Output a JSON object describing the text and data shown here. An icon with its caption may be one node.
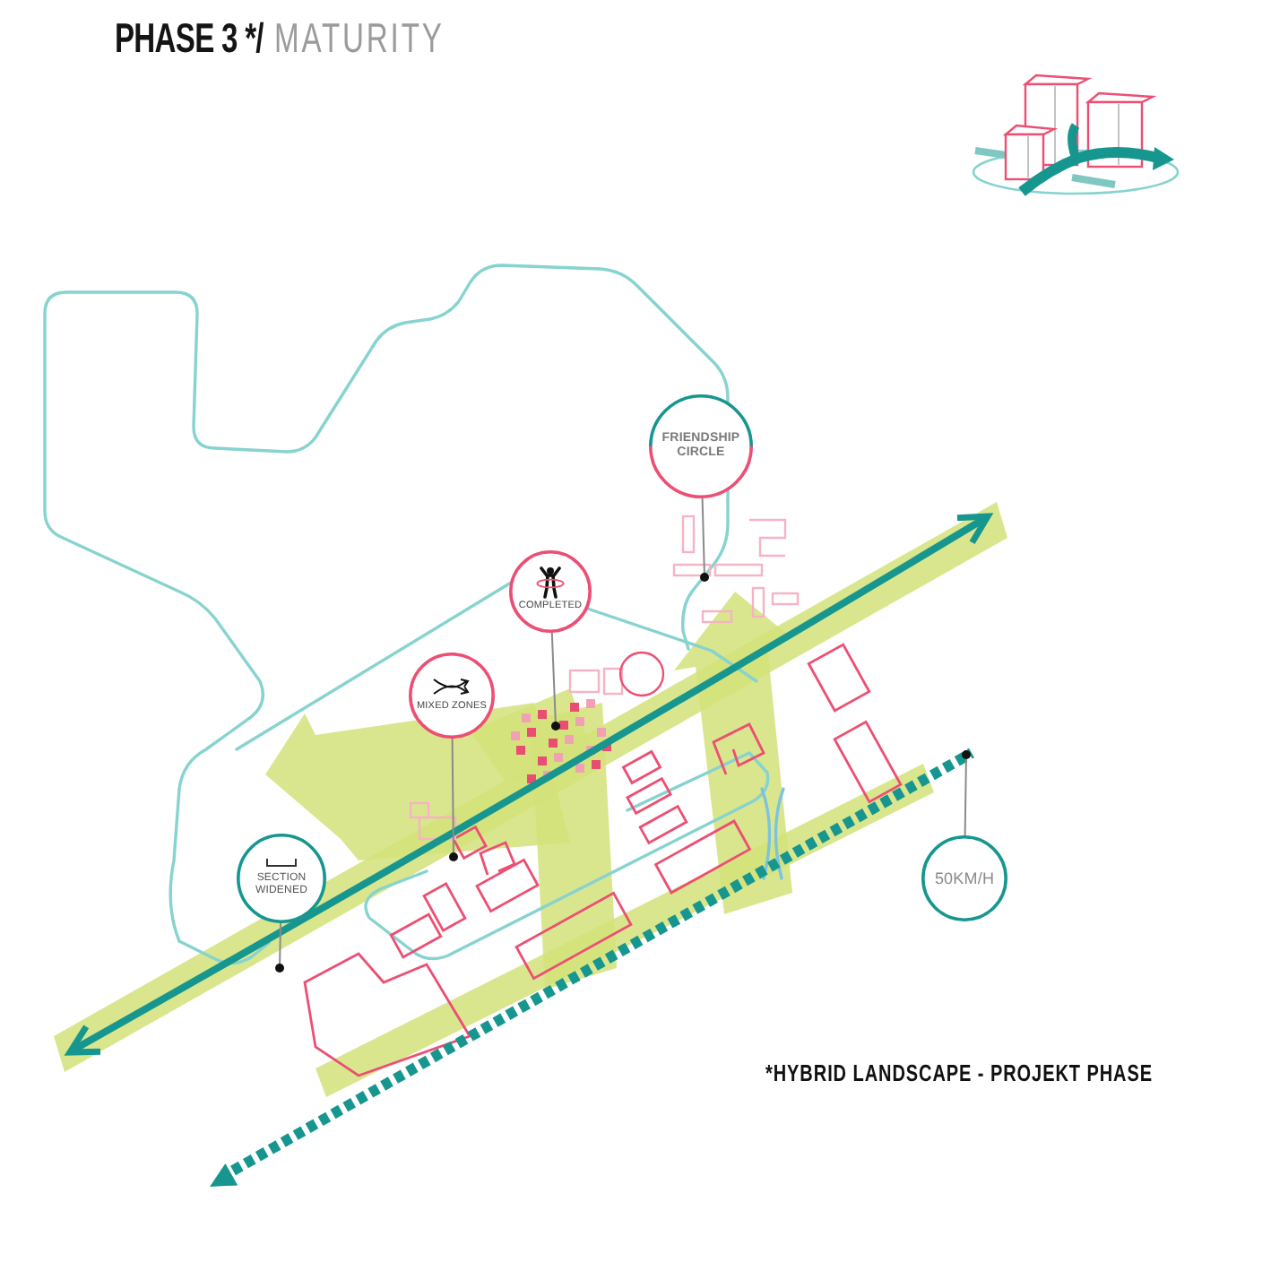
{
  "diagram": {
    "title": "**PHASE 3 */** MATURITY",
    "nodes": [
      {
        "text": [
          "FRIENDSHIP CIRCLE"
        ]
      },
      {
        "text": [
          "COMPLETED"
        ]
      },
      {
        "text": [
          "MIXED ZONES"
        ]
      },
      {
        "text": [
          "SECTION WIDENED"
        ]
      },
      {
        "text": [
          "50KM/H"
        ]
      }
    ],
    "edges": [
      {
        "from": 0,
        "to": null,
        "arrow": "other"
      },
      {
        "from": 1,
        "to": null,
        "arrow": "other"
      },
      {
        "from": 2,
        "to": null,
        "arrow": "other"
      },
      {
        "from": 3,
        "to": null,
        "arrow": "other"
      },
      {
        "from": 4,
        "to": null,
        "arrow": "other"
      }
    ],
    "labels": [
      "*HYBRID LANDSCAPE - PROJEKT PHASE"
    ]
  }
}
